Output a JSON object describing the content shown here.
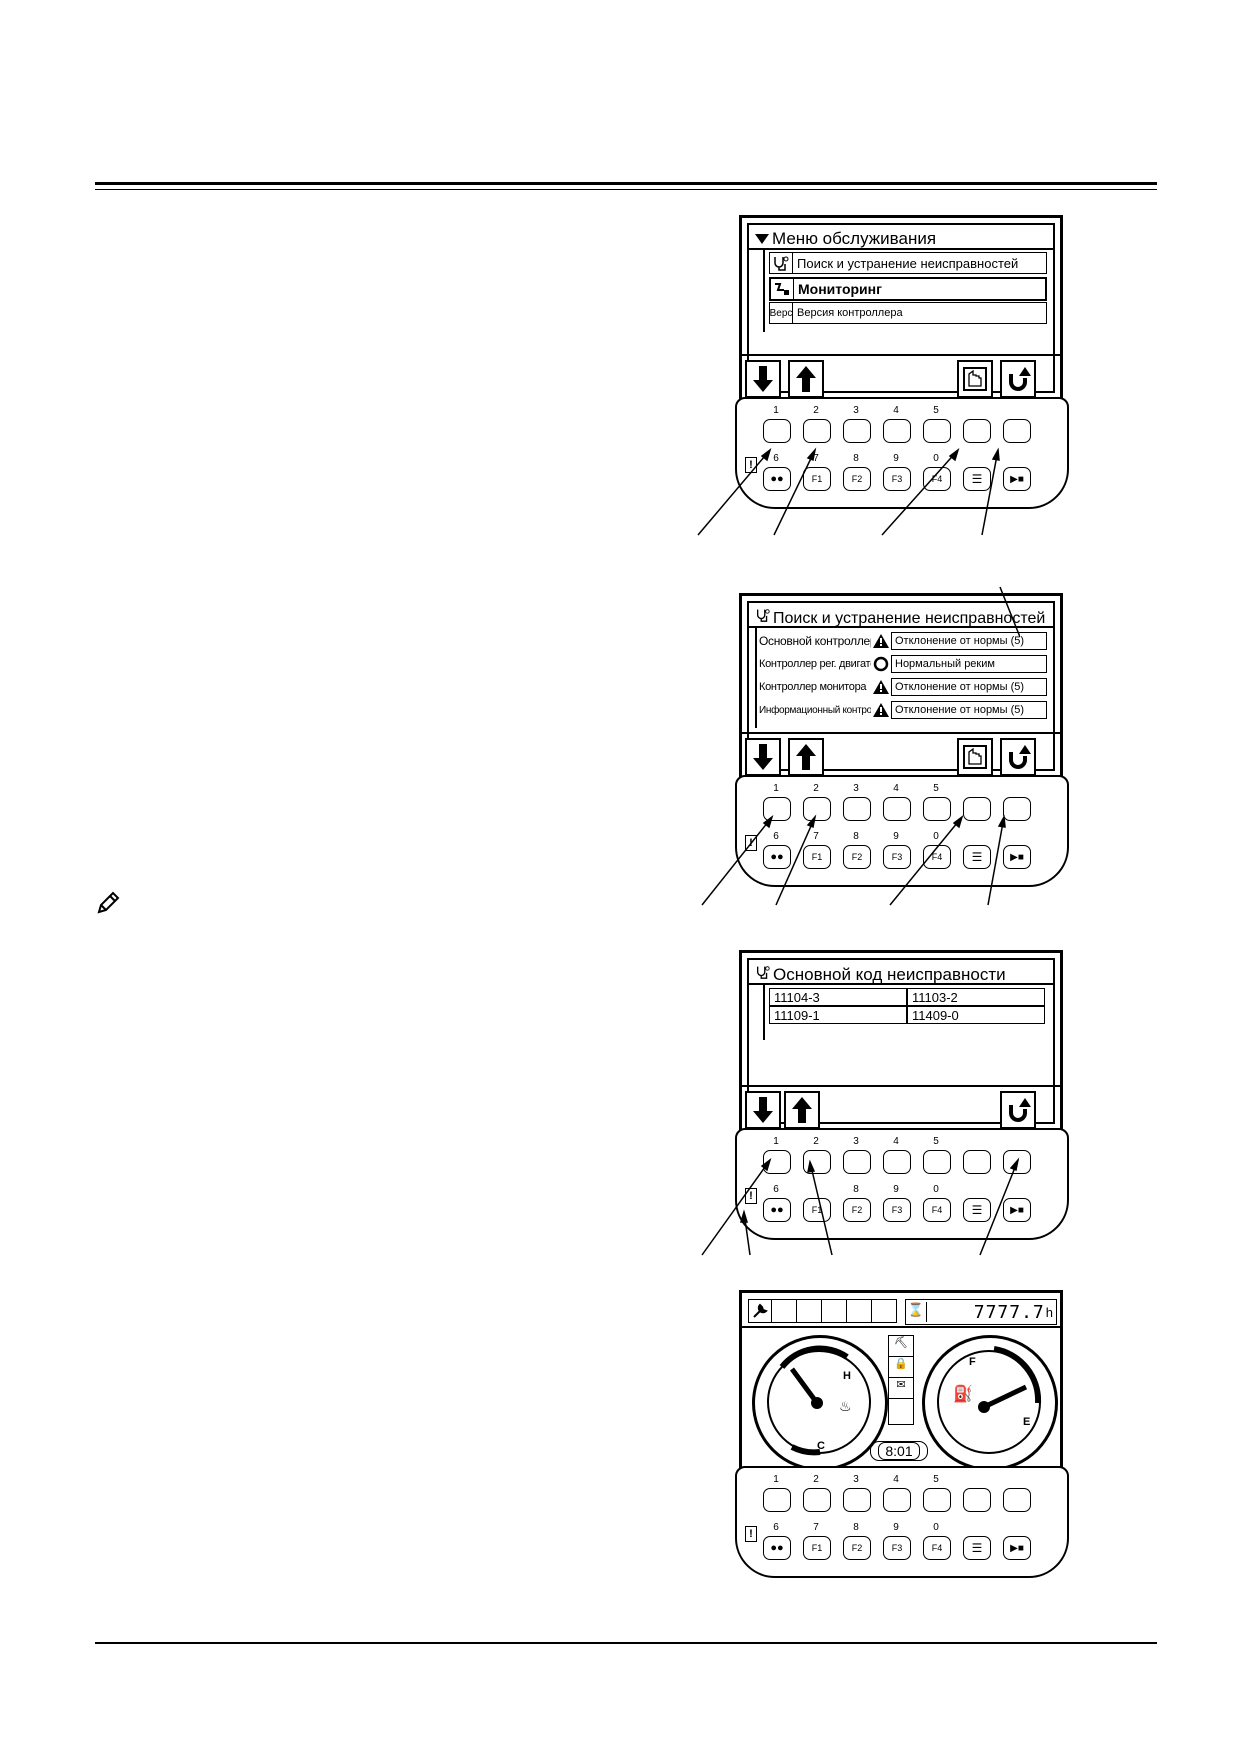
{
  "screen1": {
    "title": "Меню обслуживания",
    "items": [
      {
        "icon": "troubleshoot-icon",
        "label": "Поиск и устранение неисправностей"
      },
      {
        "icon": "monitoring-icon",
        "label": "Мониторинг"
      },
      {
        "icon": "version-icon",
        "icon_text": "Верс",
        "label": "Версия контроллера"
      }
    ]
  },
  "screen2": {
    "title": "Поиск и устранение неисправностей",
    "rows": [
      {
        "label": "Основной контроллер",
        "status_icon": "warning-icon",
        "value": "Отклонение от нормы (5)"
      },
      {
        "label": "Контроллер рег. двигателя",
        "status_icon": "circle-ok-icon",
        "value": "Нормальный реким"
      },
      {
        "label": "Контроллер монитора",
        "status_icon": "warning-icon",
        "value": "Отклонение от нормы (5)"
      },
      {
        "label": "Информационный контроллер",
        "status_icon": "warning-icon",
        "value": "Отклонение от нормы (5)"
      }
    ]
  },
  "screen3": {
    "title": "Основной код неисправности",
    "codes": [
      "11104-3",
      "11103-2",
      "11109-1",
      "11409-0"
    ]
  },
  "screen4": {
    "hour_meter": "7777.7",
    "hour_unit": "h",
    "clock": "8:01",
    "temp_gauge": {
      "high_label": "H",
      "low_label": "C"
    },
    "fuel_gauge": {
      "full_label": "F",
      "empty_label": "E"
    }
  },
  "keypad": {
    "top_numbers": [
      "1",
      "2",
      "3",
      "4",
      "5"
    ],
    "bottom_numbers": [
      "6",
      "7",
      "8",
      "9",
      "0"
    ],
    "function_keys": [
      "F1",
      "F2",
      "F3",
      "F4"
    ]
  }
}
